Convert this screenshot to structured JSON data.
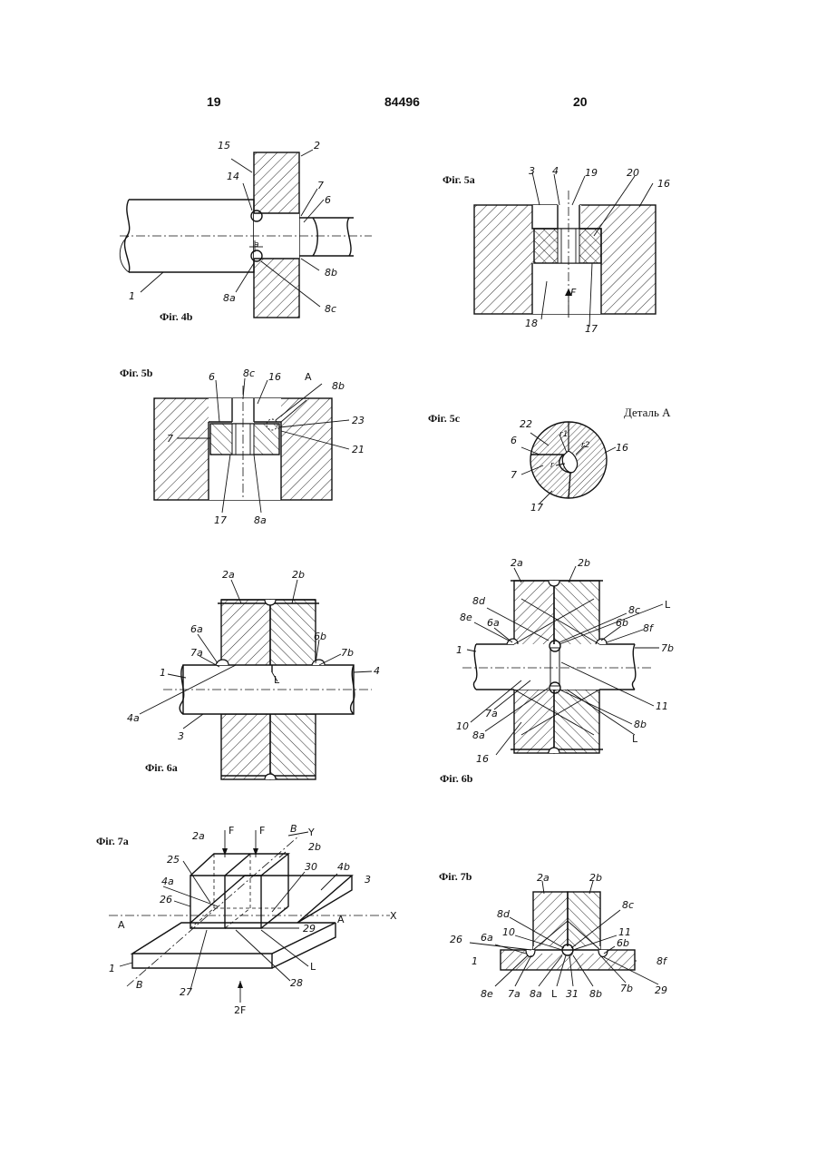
{
  "header": {
    "page_left": "19",
    "doc_number": "84496",
    "page_right": "20"
  },
  "figures": {
    "fig4b": {
      "caption": "Фіг. 4b",
      "labels": [
        "15",
        "2",
        "14",
        "7",
        "6",
        "a",
        "1",
        "8a",
        "8b",
        "8c"
      ]
    },
    "fig5a": {
      "caption": "Фіг. 5a",
      "labels": [
        "3",
        "4",
        "19",
        "20",
        "16",
        "F",
        "18",
        "17"
      ]
    },
    "fig5b": {
      "caption": "Фіг. 5b",
      "labels": [
        "6",
        "8c",
        "16",
        "A",
        "8b",
        "7",
        "23",
        "21",
        "17",
        "8a"
      ]
    },
    "fig5c": {
      "caption": "Фіг. 5c",
      "detail_title": "Деталь А",
      "labels": [
        "22",
        "r1",
        "r2",
        "6",
        "16",
        "7",
        "r",
        "17"
      ]
    },
    "fig6a": {
      "caption": "Фіг. 6a",
      "labels": [
        "2a",
        "2b",
        "6a",
        "6b",
        "7a",
        "7b",
        "1",
        "L",
        "4",
        "4a",
        "3"
      ]
    },
    "fig6b": {
      "caption": "Фіг. 6b",
      "labels": [
        "2a",
        "2b",
        "8d",
        "8c",
        "L",
        "8e",
        "6a",
        "6b",
        "8f",
        "1",
        "7b",
        "7a",
        "10",
        "11",
        "8a",
        "8b",
        "16",
        "L"
      ]
    },
    "fig7a": {
      "caption": "Фіг. 7a",
      "labels": [
        "2a",
        "F",
        "F",
        "B",
        "Y",
        "2b",
        "25",
        "30",
        "4b",
        "3",
        "4a",
        "26",
        "A",
        "A",
        "X",
        "29",
        "1",
        "L",
        "B",
        "27",
        "28",
        "2F"
      ]
    },
    "fig7b": {
      "caption": "Фіг. 7b",
      "labels": [
        "2a",
        "2b",
        "8d",
        "8c",
        "26",
        "10",
        "11",
        "6a",
        "6b",
        "1",
        "8f",
        "8e",
        "7a",
        "8a",
        "L",
        "31",
        "8b",
        "7b",
        "29"
      ]
    }
  }
}
